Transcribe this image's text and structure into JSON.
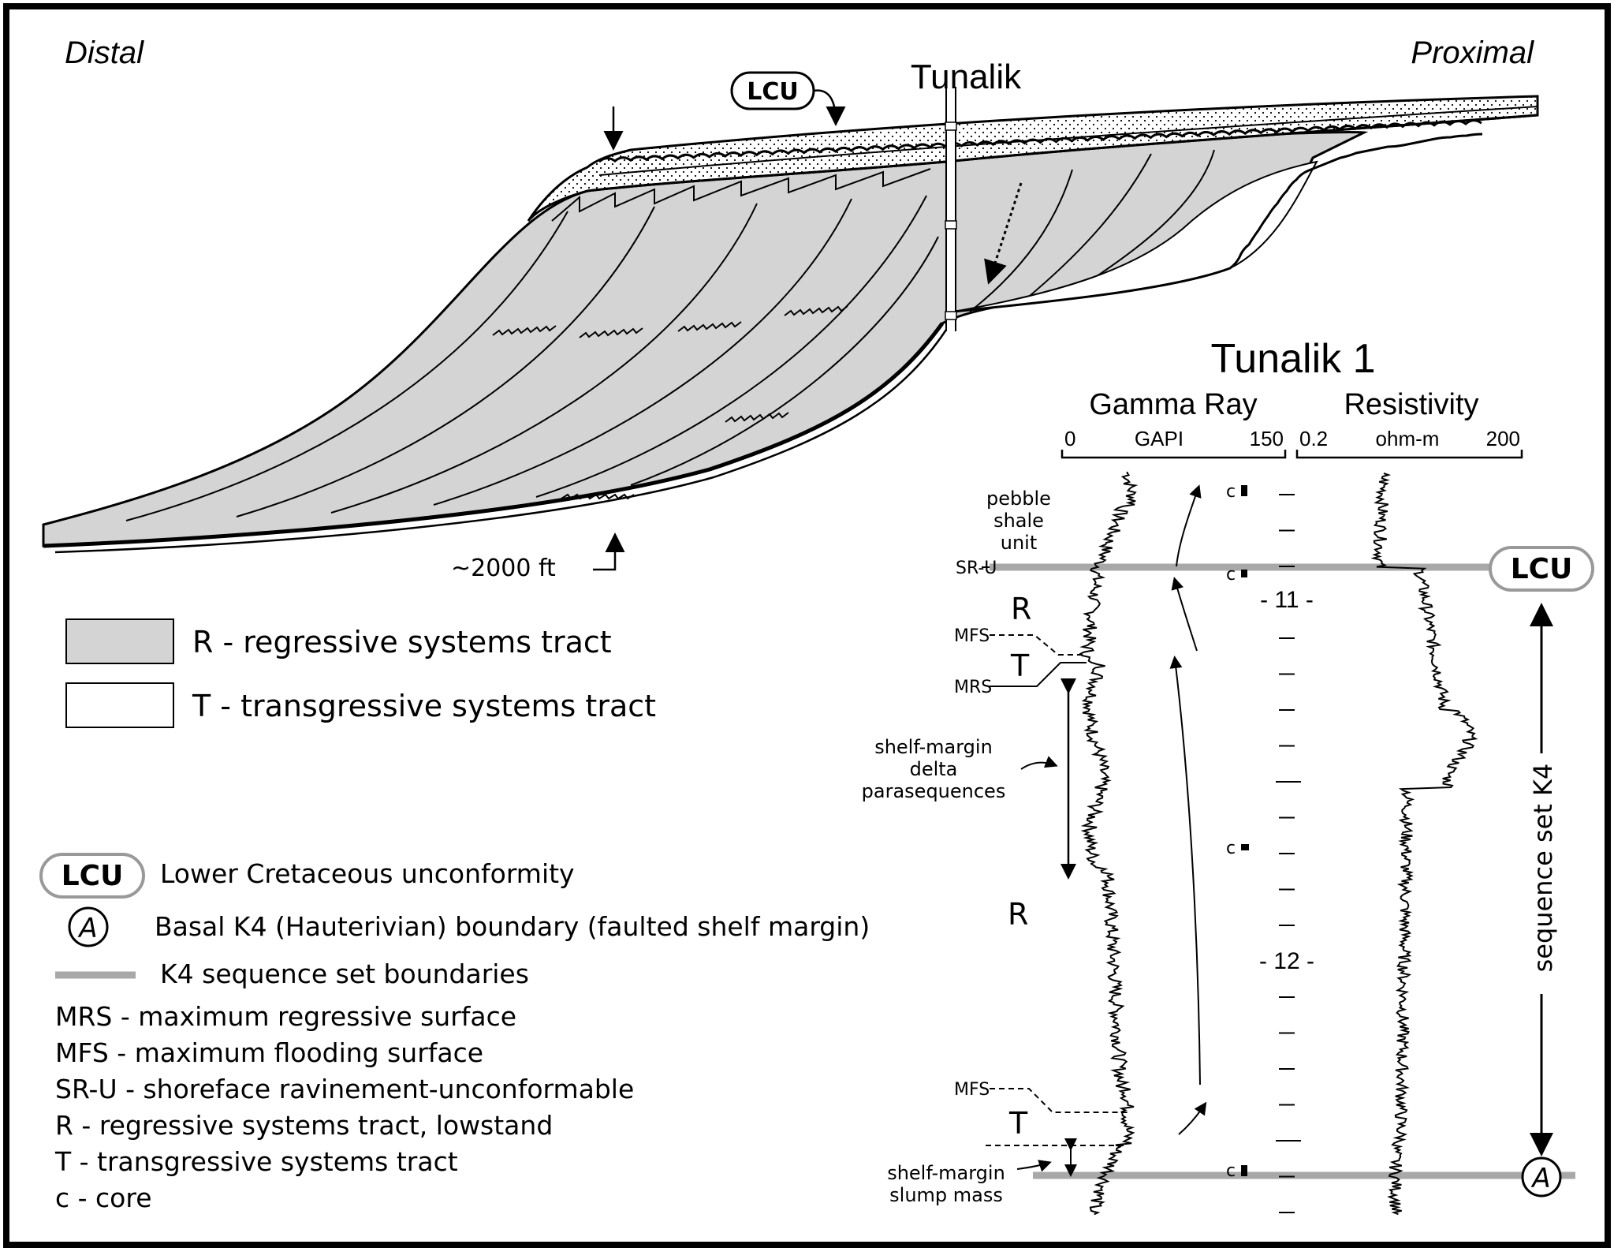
{
  "cross_section": {
    "distal_label": "Distal",
    "proximal_label": "Proximal",
    "well_label": "Tunalik",
    "lcu_tag": "LCU",
    "height_label": "~2000 ft"
  },
  "log_panel": {
    "title": "Tunalik 1",
    "gamma_header": "Gamma Ray",
    "gamma_min": "0",
    "gamma_unit": "GAPI",
    "gamma_max": "150",
    "res_header": "Resistivity",
    "res_min": "0.2",
    "res_unit": "ohm-m",
    "res_max": "200",
    "depth_marks": [
      "- 11 -",
      "- 12 -"
    ],
    "core_label": "c",
    "surfaces": {
      "sru": "SR-U",
      "mfs_upper": "MFS",
      "mrs": "MRS",
      "mfs_lower": "MFS"
    },
    "tracts": {
      "r_upper": "R",
      "t_upper": "T",
      "r_lower": "R",
      "t_lower": "T"
    },
    "annotations": {
      "pebble": [
        "pebble",
        "shale",
        "unit"
      ],
      "delta": [
        "shelf-margin",
        "delta",
        "parasequences"
      ],
      "slump": [
        "shelf-margin",
        "slump mass"
      ]
    },
    "lcu_badge": "LCU",
    "a_badge": "A",
    "sequence_label": "sequence set K4"
  },
  "legend": {
    "r_swatch_label": "R - regressive systems tract",
    "t_swatch_label": "T - transgressive systems tract",
    "lcu_symbol": "LCU",
    "lcu_text": "Lower Cretaceous unconformity",
    "a_symbol": "A",
    "a_text": "Basal K4 (Hauterivian) boundary (faulted shelf margin)",
    "k4_text": "K4 sequence set boundaries",
    "abbreviations": [
      "MRS - maximum regressive surface",
      "MFS - maximum flooding surface",
      "SR-U - shoreface ravinement-unconformable",
      "R - regressive systems tract, lowstand",
      "T - transgressive systems tract",
      "c - core"
    ]
  },
  "colors": {
    "regressive_fill": "#d4d4d4",
    "boundary_gray": "#a8a8a8",
    "ink": "#000000"
  }
}
